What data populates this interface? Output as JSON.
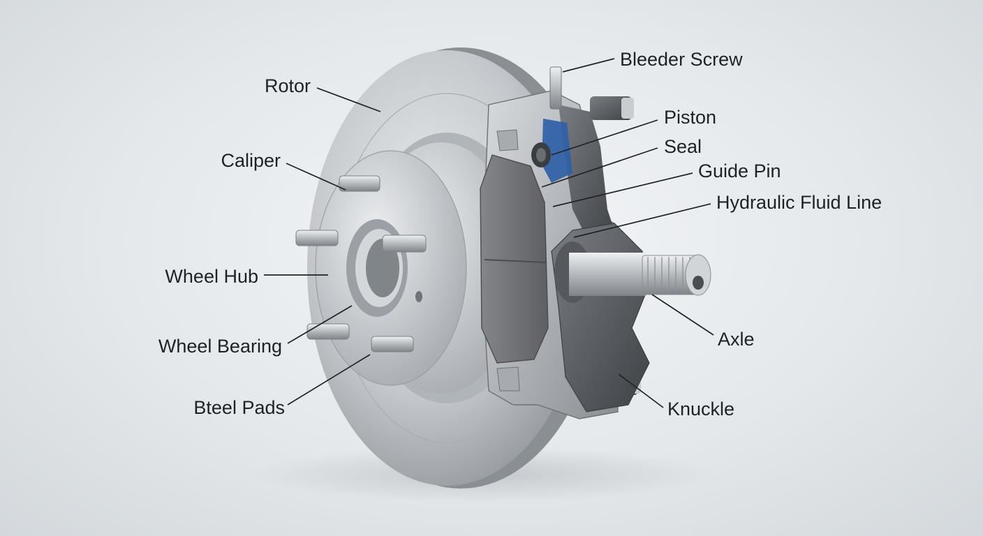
{
  "labels": {
    "rotor": "Rotor",
    "caliper": "Caliper",
    "wheel_hub": "Wheel Hub",
    "wheel_bearing": "Wheel Bearing",
    "steel_pads": "Bteel Pads",
    "bleeder_screw": "Bleeder Screw",
    "piston": "Piston",
    "seal": "Seal",
    "guide_pin": "Guide Pin",
    "hydraulic_fluid_line": "Hydraulic Fluid Line",
    "axle": "Axle",
    "knuckle": "Knuckle"
  },
  "colors": {
    "background": "#e6e9ec",
    "metal": "#b9bdc1",
    "piston_blue": "#2f5fa6",
    "pad_friction": "#6f7073",
    "knuckle_dark": "#4f5256",
    "text": "#1e2226"
  }
}
